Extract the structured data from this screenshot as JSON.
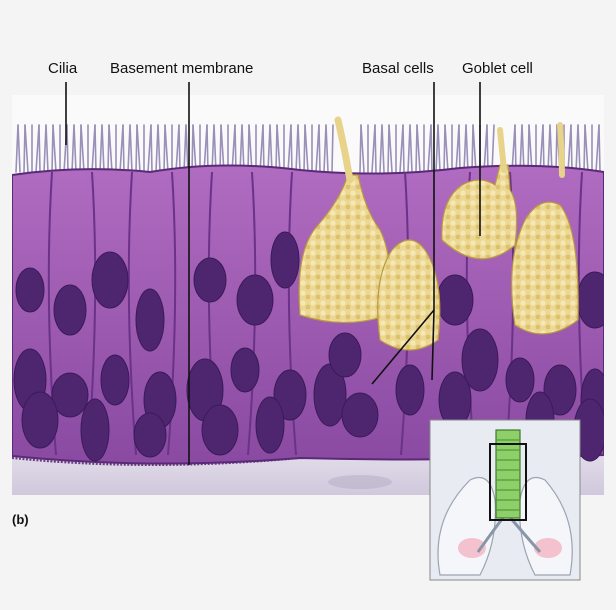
{
  "figure": {
    "panel_letter": "(b)",
    "labels": {
      "cilia": "Cilia",
      "basement_membrane": "Basement membrane",
      "basal_cells": "Basal cells",
      "goblet_cell": "Goblet cell"
    }
  },
  "colors": {
    "background": "#f4f4f4",
    "cell_body": "#a45ab2",
    "cell_border": "#5a2a78",
    "nucleus": "#4e2670",
    "mucus": "#e8d38a",
    "cilia": "#9a8fb8",
    "connective_tissue": "#ddd6e6",
    "inset_trachea": "#8fcf6a"
  }
}
